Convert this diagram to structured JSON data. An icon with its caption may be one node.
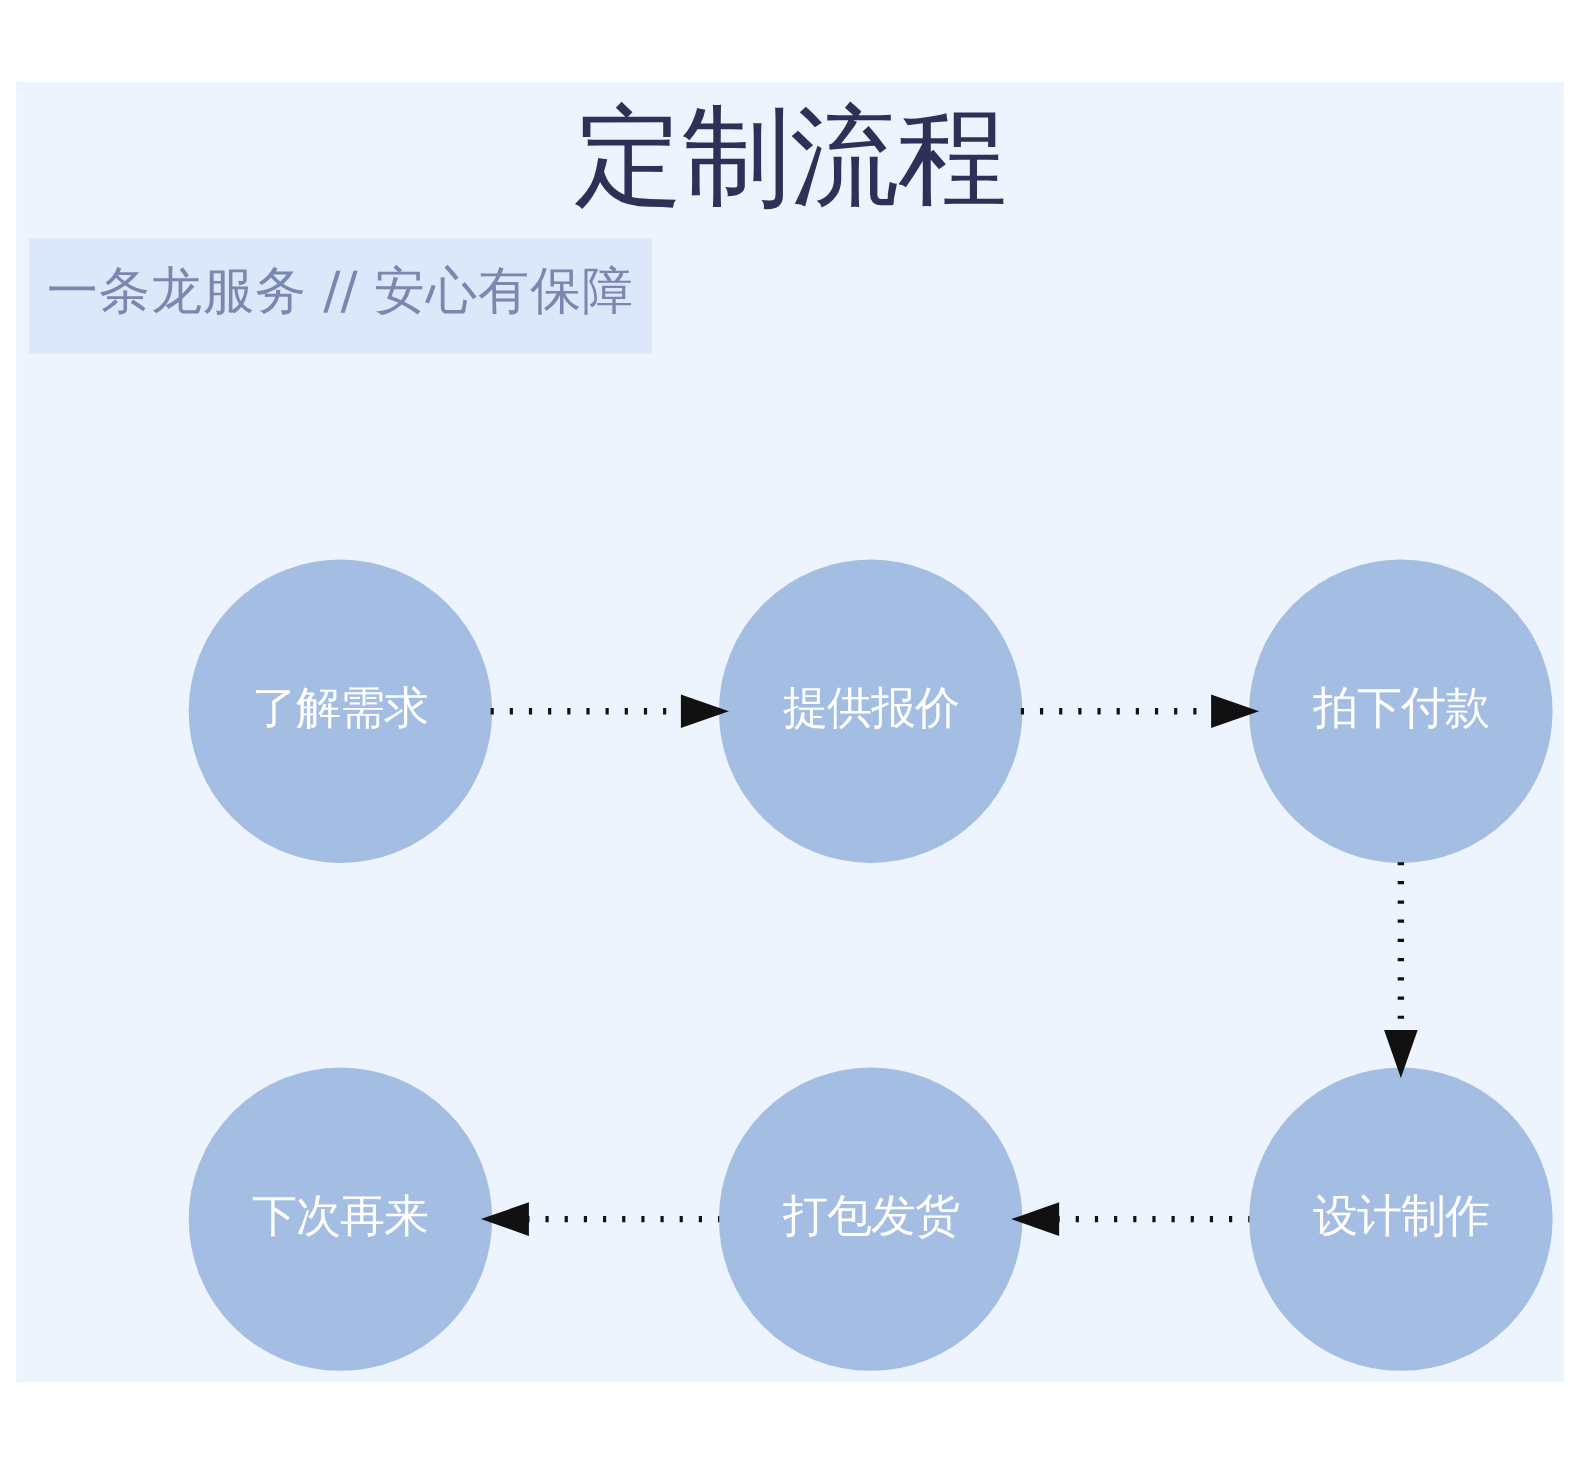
{
  "diagram": {
    "title": "定制流程",
    "nodes": [
      {
        "text": [
          "了解需求"
        ]
      },
      {
        "text": [
          "提供报价"
        ]
      },
      {
        "text": [
          "拍下付款"
        ]
      },
      {
        "text": [
          "下次再来"
        ]
      },
      {
        "text": [
          "打包发货"
        ]
      },
      {
        "text": [
          "设计制作"
        ]
      }
    ],
    "edges": [
      {
        "from": 0,
        "to": 1,
        "arrow": "to",
        "style": "dashed"
      },
      {
        "from": 1,
        "to": 2,
        "arrow": "to",
        "style": "dashed"
      },
      {
        "from": 2,
        "to": 5,
        "arrow": "to",
        "style": "dashed"
      },
      {
        "from": 5,
        "to": 4,
        "arrow": "to",
        "style": "dashed"
      },
      {
        "from": 4,
        "to": 3,
        "arrow": "to",
        "style": "dashed"
      }
    ],
    "labels": [
      "一条龙服务 // 安心有保障"
    ]
  }
}
